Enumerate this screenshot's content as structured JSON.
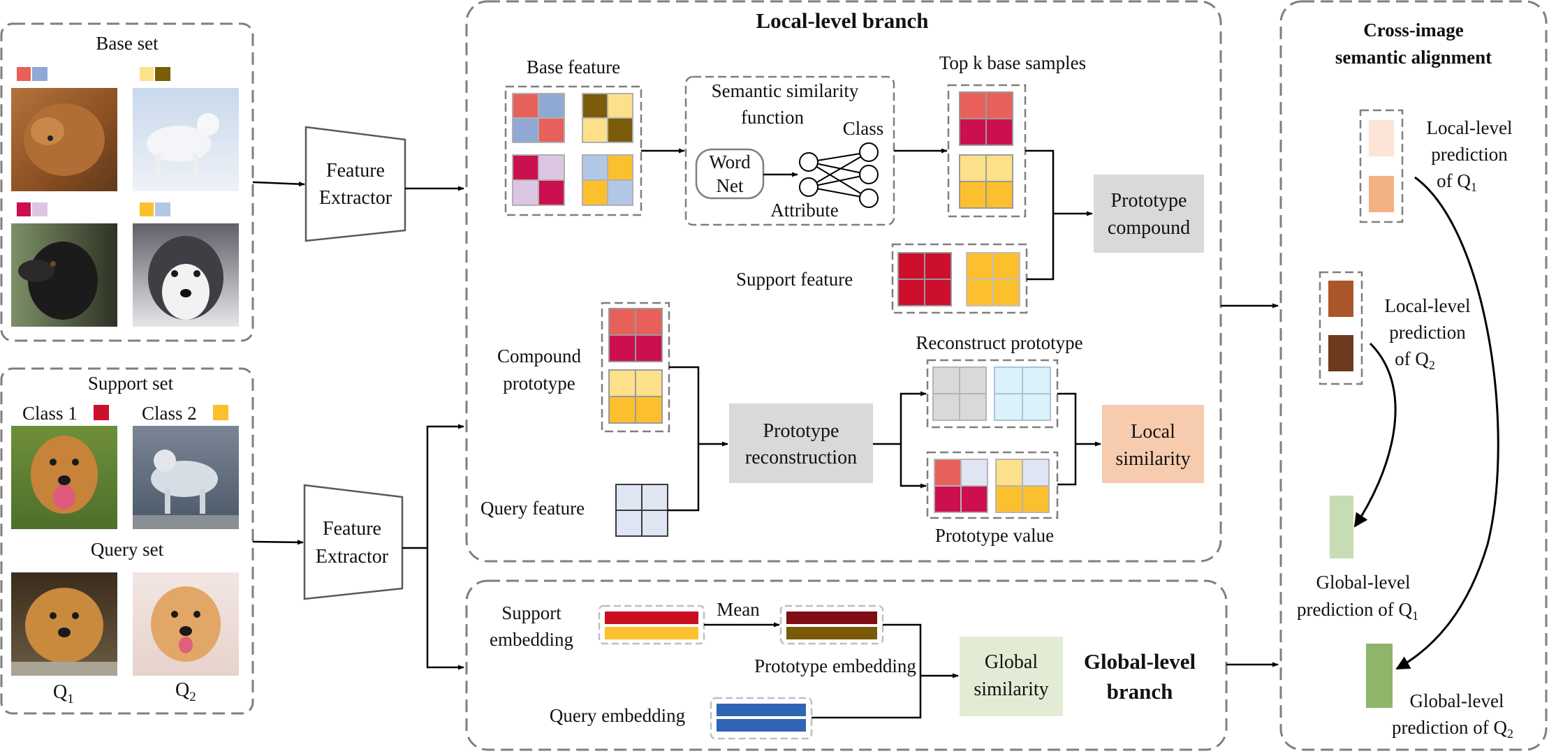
{
  "panels": {
    "base_set": "Base set",
    "support_set": "Support set",
    "class1": "Class 1",
    "class2": "Class 2",
    "query_set": "Query set",
    "q1": "Q",
    "q2": "Q"
  },
  "extractor": {
    "line1": "Feature",
    "line2": "Extractor"
  },
  "local_branch": {
    "title": "Local-level branch",
    "base_feature": "Base feature",
    "semantic_similarity_line1": "Semantic similarity",
    "semantic_similarity_line2": "function",
    "class_label": "Class",
    "wordnet_line1": "Word",
    "wordnet_line2": "Net",
    "attribute": "Attribute",
    "top_k": "Top k base samples",
    "prototype_compound_line1": "Prototype",
    "prototype_compound_line2": "compound",
    "support_feature": "Support feature",
    "compound_prototype_line1": "Compound",
    "compound_prototype_line2": "prototype",
    "reconstruct_prototype": "Reconstruct prototype",
    "prototype_reconstruction_line1": "Prototype",
    "prototype_reconstruction_line2": "reconstruction",
    "local_similarity_line1": "Local",
    "local_similarity_line2": "similarity",
    "query_feature": "Query feature",
    "prototype_value": "Prototype value"
  },
  "global_branch": {
    "title_line1": "Global-level",
    "title_line2": "branch",
    "support_embedding_line1": "Support",
    "support_embedding_line2": "embedding",
    "mean": "Mean",
    "prototype_embedding": "Prototype embedding",
    "query_embedding": "Query embedding",
    "global_similarity_line1": "Global",
    "global_similarity_line2": "similarity"
  },
  "alignment": {
    "title_line1": "Cross-image",
    "title_line2": "semantic alignment",
    "local_q1_line1": "Local-level",
    "local_q1_line2": "prediction",
    "local_q1_line3": "of  Q",
    "local_q2_line1": "Local-level",
    "local_q2_line2": "prediction",
    "local_q2_line3": "of  Q",
    "global_q1_line1": "Global-level",
    "global_q1_line2": "prediction of  Q",
    "global_q2_line1": "Global-level",
    "global_q2_line2": "prediction of  Q",
    "sub1": "1",
    "sub2": "2"
  },
  "colors": {
    "red": "#e8605a",
    "blue": "#8fa8d4",
    "crimson": "#cc0f4e",
    "lavender": "#dcc6e4",
    "yellow": "#fde08a",
    "gold": "#fcbf2e",
    "olive": "#7a5c0a",
    "lightblue": "#b2c7e6",
    "support_red": "#cc0f2c",
    "gray_box": "#d9d9d9",
    "peach_box": "#f7cbad",
    "green_box": "#e2ecd5",
    "embed_red": "#c80f22",
    "embed_dark": "#7e0d16",
    "embed_brown": "#7a5a08",
    "embed_blue": "#2f65b4"
  },
  "icons": [
    "dog-poodle-image",
    "white-fox-image",
    "black-dog-image",
    "husky-image",
    "golden-retriever-image",
    "gray-wolf-image",
    "puppy-q1-image",
    "puppy-q2-image",
    "neural-network-icon"
  ]
}
